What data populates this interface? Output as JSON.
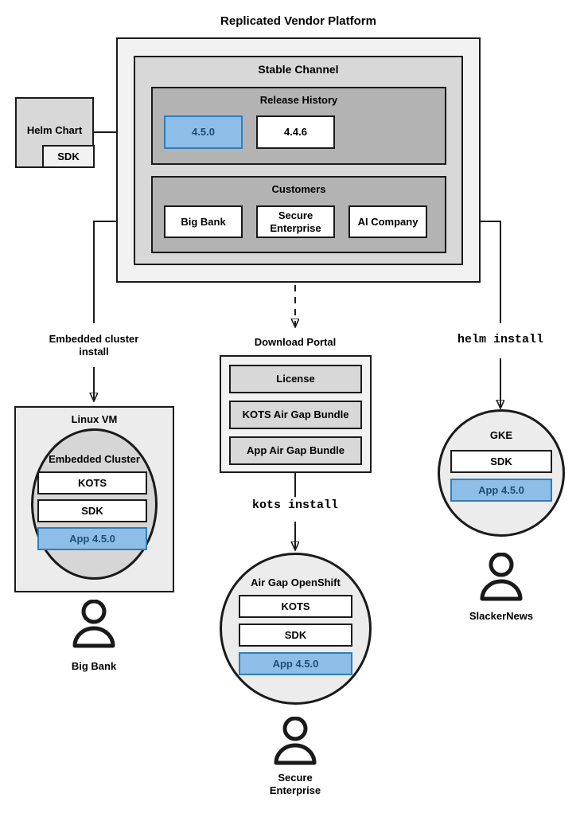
{
  "diagram": {
    "title": "Replicated Vendor Platform",
    "platform": {
      "channel_title": "Stable Channel",
      "release_history": {
        "title": "Release History",
        "releases": [
          {
            "version": "4.5.0",
            "highlighted": true
          },
          {
            "version": "4.4.6",
            "highlighted": false
          }
        ]
      },
      "customers": {
        "title": "Customers",
        "items": [
          {
            "name": "Big Bank"
          },
          {
            "name": "Secure\nEnterprise"
          },
          {
            "name": "AI Company"
          }
        ]
      }
    },
    "source": {
      "title": "Helm Chart",
      "sub_component": "SDK"
    },
    "connectors": [
      {
        "label": "Embedded cluster\ninstall",
        "style": "solid"
      },
      {
        "label": "Download Portal",
        "style": "dashed"
      },
      {
        "label": "helm install",
        "style": "solid",
        "mono": true
      },
      {
        "label": "kots install",
        "style": "solid",
        "mono": true
      }
    ],
    "targets": [
      {
        "id": "linux-vm",
        "title": "Linux VM",
        "inner_title": "Embedded Cluster",
        "shape": "box-with-circle",
        "components": [
          {
            "label": "KOTS",
            "highlighted": false
          },
          {
            "label": "SDK",
            "highlighted": false
          },
          {
            "label": "App 4.5.0",
            "highlighted": true
          }
        ],
        "user": "Big Bank"
      },
      {
        "id": "air-gap-openshift",
        "title": "Air Gap OpenShift",
        "shape": "circle",
        "components": [
          {
            "label": "KOTS",
            "highlighted": false
          },
          {
            "label": "SDK",
            "highlighted": false
          },
          {
            "label": "App 4.5.0",
            "highlighted": true
          }
        ],
        "user": "Secure\nEnterprise"
      },
      {
        "id": "gke",
        "title": "GKE",
        "shape": "circle",
        "components": [
          {
            "label": "SDK",
            "highlighted": false
          },
          {
            "label": "App 4.5.0",
            "highlighted": true
          }
        ],
        "user": "SlackerNews"
      }
    ],
    "download_portal": {
      "title": "Download Portal",
      "artifacts": [
        {
          "label": "License"
        },
        {
          "label": "KOTS Air Gap Bundle"
        },
        {
          "label": "App Air Gap Bundle"
        }
      ]
    },
    "colors": {
      "highlight_fill": "#8ebee8",
      "highlight_border": "#2e7ebb",
      "highlight_text": "#1b4f72",
      "stroke": "#1a1a1a",
      "outer_fill": "#f2f2f2",
      "channel_fill": "#d8d8d8",
      "group_fill": "#b3b3b3"
    }
  }
}
